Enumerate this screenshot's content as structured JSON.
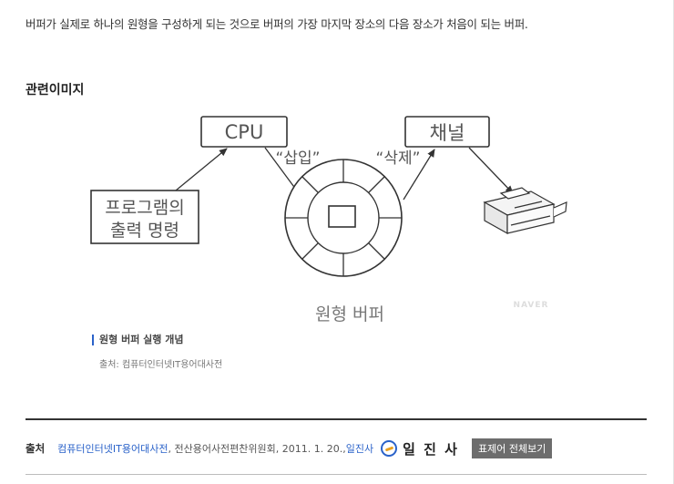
{
  "definition": "버퍼가 실제로 하나의 원형을 구성하게 되는 것으로 버퍼의 가장 마지막 장소의 다음 장소가 처음이 되는 버퍼.",
  "related_images_title": "관련이미지",
  "diagram": {
    "cpu_label": "CPU",
    "channel_label": "채널",
    "insert_label": "“삽입”",
    "delete_label": "“삭제”",
    "program_output_line1": "프로그램의",
    "program_output_line2": "출력 명령",
    "ring_buffer_label": "원형 버퍼",
    "watermark": "NAVER"
  },
  "caption": {
    "title": "원형 버퍼 실행 개념",
    "source": "출처: 컴퓨터인터넷IT용어대사전"
  },
  "source": {
    "label": "출처",
    "book_link": "컴퓨터인터넷IT용어대사전",
    "details": ", 전산용어사전편찬위원회, 2011. 1. 20., ",
    "publisher_link": "일진사",
    "publisher_logo_text": "일 진 사",
    "view_all_button": "표제어 전체보기"
  },
  "colors": {
    "link": "#2a62c9",
    "button_bg": "#6d6d6d",
    "diagram_stroke": "#333333",
    "diagram_label": "#555555"
  }
}
